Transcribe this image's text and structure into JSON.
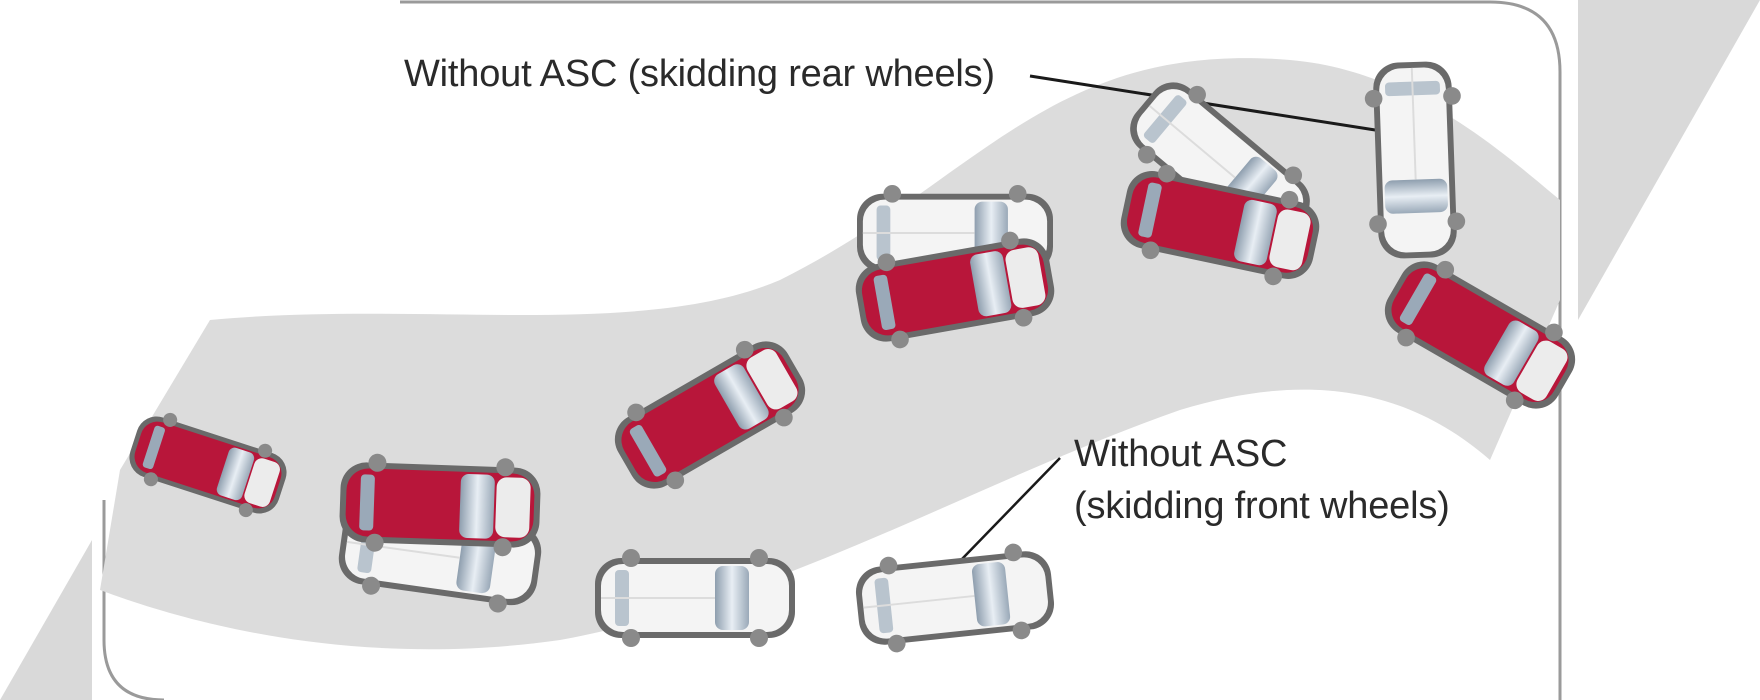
{
  "labels": {
    "rear": "Without ASC (skidding rear wheels)",
    "front_line1": "Without ASC",
    "front_line2": "(skidding front wheels)"
  },
  "colors": {
    "road": "#dcdcdc",
    "frame": "#d9d9d9",
    "asc_car": "#b8163a",
    "no_asc_car": "#f4f4f4",
    "car_outline": "#555555",
    "glass": "#c9d3dc"
  }
}
